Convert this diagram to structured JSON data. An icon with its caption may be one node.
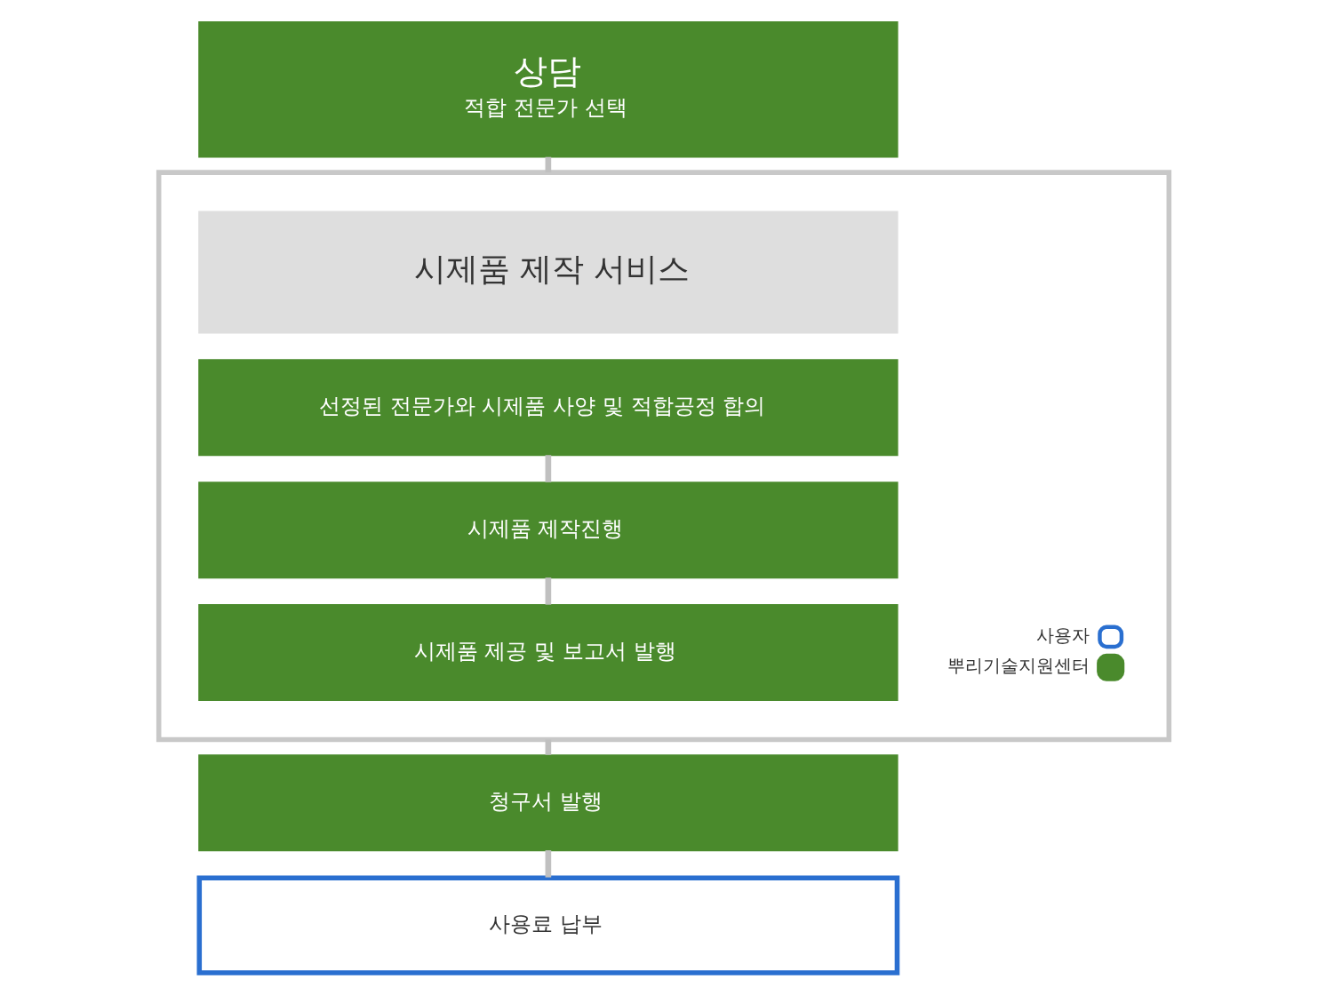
{
  "diagram": {
    "nodes": [
      {
        "text": [
          "상담",
          "적합 전문가 선택"
        ]
      },
      {
        "text": [],
        "shape": "box"
      },
      {
        "text": [
          "시제품 제작 서비스"
        ],
        "in": 1
      },
      {
        "text": [
          "선정된 전문가와 시제품 사양 및 적합공정 합의"
        ],
        "in": 1
      },
      {
        "text": [
          "시제품 제작진행"
        ],
        "in": 1
      },
      {
        "text": [
          "시제품 제공 및 보고서 발행"
        ],
        "in": 1
      },
      {
        "text": [
          "청구서 발행"
        ]
      },
      {
        "text": [
          "사용료 납부"
        ]
      }
    ],
    "edges": [
      {
        "from": 0,
        "to": 1,
        "arrow": "none"
      },
      {
        "from": 3,
        "to": 4,
        "arrow": "none"
      },
      {
        "from": 4,
        "to": 5,
        "arrow": "none"
      },
      {
        "from": 1,
        "to": 6,
        "arrow": "none"
      },
      {
        "from": 6,
        "to": 7,
        "arrow": "none"
      }
    ],
    "legend": [
      {
        "text": "사용자",
        "color": "#2a6fd0"
      },
      {
        "text": "뿌리기술지원센터",
        "color": "#4a8a2c"
      }
    ]
  }
}
